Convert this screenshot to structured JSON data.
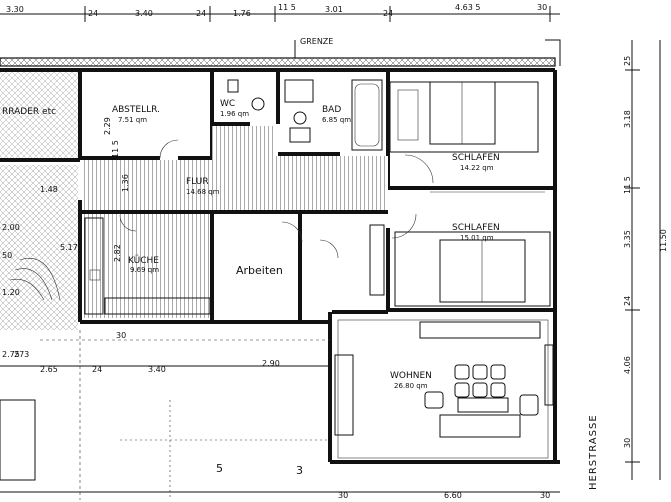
{
  "plan": {
    "top_dims": [
      "3.30",
      "24",
      "3.40",
      "24",
      "1.76",
      "11 5",
      "3.01",
      "24",
      "4.63 5",
      "30"
    ],
    "bottom_dims_row1": [
      "30",
      "2.65",
      "24",
      "3.40",
      "2.90"
    ],
    "bottom_dims_row2": [
      "30",
      "6.60",
      "30"
    ],
    "right_dims": [
      "25",
      "3.18",
      "11 5",
      "3.35",
      "11.50",
      "24",
      "4.06",
      "30"
    ],
    "left_dims": [
      "1.48",
      "2.00",
      "1.20",
      "50",
      "2.75",
      "273",
      "5.17 4"
    ],
    "boundary_label": "GRENZE",
    "street_label": "HERSTRASSE",
    "room_labels": {
      "abstellraum": {
        "name": "ABSTELLR.",
        "area": "7.51 qm",
        "dim": "2.29"
      },
      "wc": {
        "name": "WC",
        "area": "1.96 qm"
      },
      "bad": {
        "name": "BAD",
        "area": "6.85 qm"
      },
      "schlafen1": {
        "name": "SCHLAFEN",
        "area": "14.22 qm"
      },
      "schlafen2": {
        "name": "SCHLAFEN",
        "area": "15.01 qm"
      },
      "flur": {
        "name": "FLUR",
        "area": "14.68 qm",
        "dim": "1.36",
        "dim2": "11 5"
      },
      "kueche": {
        "name": "KÜCHE",
        "area": "9.69 qm",
        "dim": "2.82"
      },
      "arbeiten": {
        "name": "Arbeiten"
      },
      "wohnen": {
        "name": "WOHNEN",
        "area": "26.80 qm"
      },
      "fahrraeder": {
        "name": "RRADER etc"
      }
    },
    "marks": [
      "3",
      "5"
    ]
  }
}
